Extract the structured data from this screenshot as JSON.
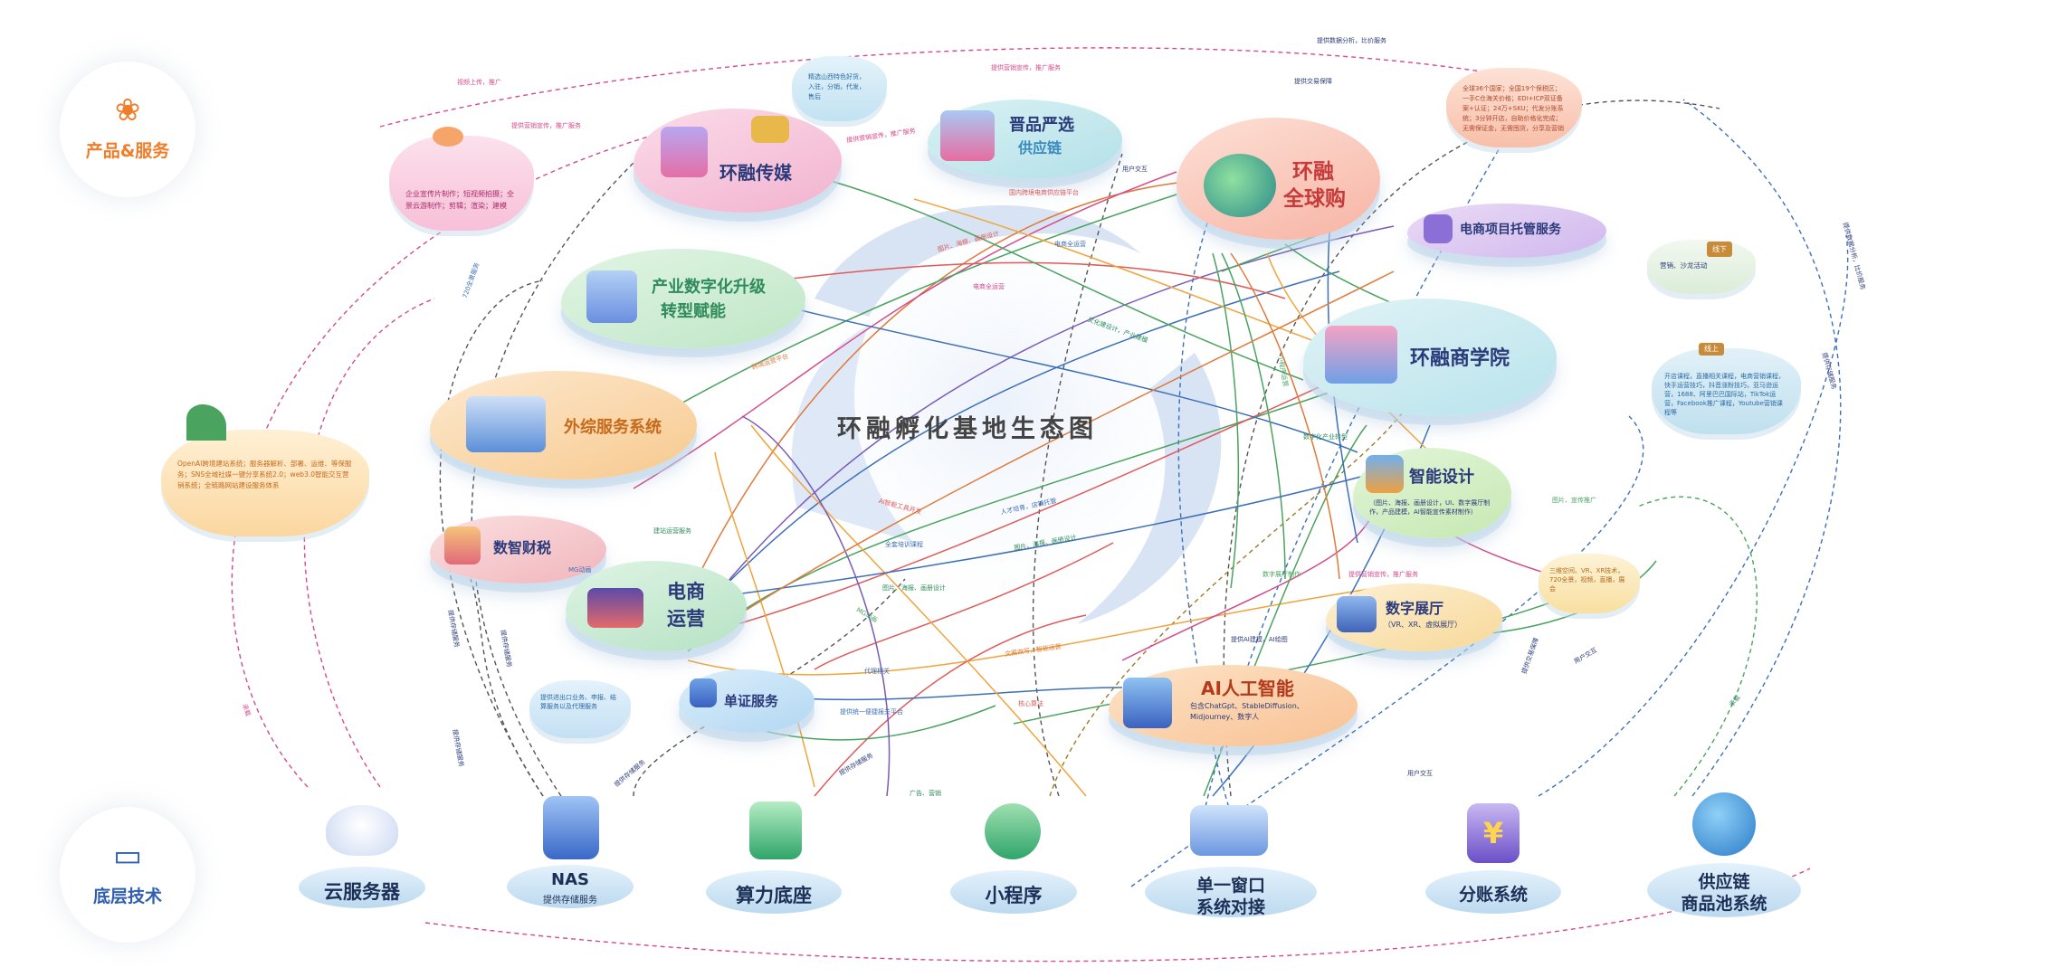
{
  "center_title": "环融孵化基地生态图",
  "nav": {
    "products": {
      "label": "产品&服务",
      "icon": "four-leaf-icon"
    },
    "tech": {
      "label": "底层技术",
      "icon": "monitor-code-icon"
    }
  },
  "islands": {
    "media": {
      "name": "环融传媒"
    },
    "supply": {
      "name_line1": "晋品严选",
      "name_line2": "供应链"
    },
    "global": {
      "name_line1": "环融",
      "name_line2": "全球购"
    },
    "hosting": {
      "name": "电商项目托管服务"
    },
    "digital": {
      "name_line1": "产业数字化升级",
      "name_line2": "转型赋能"
    },
    "academy": {
      "name": "环融商学院"
    },
    "outsource": {
      "name": "外综服务系统"
    },
    "tax": {
      "name": "数智财税"
    },
    "ecom": {
      "name_line1": "电商",
      "name_line2": "运营"
    },
    "design": {
      "name": "智能设计",
      "sub": "（图片、海报、画册设计，UI、数字展厅制作，产品建模，AI智能宣传素材制作）"
    },
    "hall": {
      "name": "数字展厅",
      "sub": "（VR、XR、虚拟展厅）"
    },
    "ai": {
      "name": "AI人工智能",
      "sub": "包含ChatGpt、StableDiffusion、Midjourney、数字人"
    },
    "voucher": {
      "name": "单证服务"
    }
  },
  "notes": {
    "media": "企业宣传片制作；短视频拍摄；全景云游制作；剪辑；渲染；建模",
    "supply": "精选山西特色好货，入驻，分销，代发，售后",
    "global": "全球36个国家；全国19个保税区；一手C仓海关价格；EDI+ICP双证备案+认证；24万+SKU；代发分账系统；3分钟开店，自助价格化完成；无需保证金，无需囤货，分享及营销",
    "outsource": "OpenAI跨境建站系统；服务器解析、部署、运维、等保服务；SNS全域社媒一键分享系统2.0；web3.0智能交互营销系统；全链路网站建设服务体系",
    "voucher": "提供进出口业务、申报、结算服务以及代理服务",
    "academy": "开店课程，直播相关课程，电商营销课程，快手运营技巧，抖音涨粉技巧，亚马逊运营，1688、阿里巴巴国际站，TikTok运营，Facebook推广课程，Youtube营销课程等",
    "offline": "营销、沙龙活动",
    "hall": "三维空间、VR、XR技术，720全景，视频，直播，展会"
  },
  "tags": {
    "offline": "线下",
    "online": "线上"
  },
  "edge_labels": [
    "视频上传，推广",
    "提供营销宣传，推广服务",
    "提供营销宣传，推广服务",
    "提供营销宣传，推广服务",
    "提供数据分析，比价服务",
    "提供交易保障",
    "用户交互",
    "国内跨境电商供应链平台",
    "图片、海报、画册设计",
    "电商全运营",
    "电商全运营",
    "文化建设计，产业建模",
    "小程序运营",
    "数字化产业转型",
    "AI智能工具开发",
    "人才培育，店铺托管",
    "全套培训课程",
    "图片、海报、画册设计",
    "图片、海报、画册设计",
    "数字展厅制作",
    "提供营销宣传，推广服务",
    "提供AI建模，AI绘图",
    "文案改写，智能运营",
    "代理相关",
    "核心算法",
    "提供统一便捷报关平台",
    "广告、营销",
    "用户交互",
    "用户交互",
    "承载",
    "承载",
    "提供存储服务",
    "提供存储服务",
    "提供存储服务",
    "提供存储服务",
    "提供存储服务",
    "MG动画",
    "MG动画",
    "建站运营服务",
    "720全景服务",
    "跨境运营平台",
    "图片、宣传推广",
    "提供数据分析，比价服务",
    "提供存储服务",
    "提供交易保障"
  ],
  "base": {
    "cloud": {
      "name": "云服务器"
    },
    "nas": {
      "name": "NAS",
      "sub": "提供存储服务"
    },
    "compute": {
      "name": "算力底座"
    },
    "mini": {
      "name": "小程序"
    },
    "window_line1": "单一窗口",
    "window_line2": "系统对接",
    "split": {
      "name": "分账系统"
    },
    "pool_line1": "供应链",
    "pool_line2": "商品池系统"
  },
  "colors": {
    "orange": "#f07d2a",
    "navy": "#1c2f57",
    "pink_island": "#f7c6dc",
    "teal_island": "#cdeef0",
    "peach_island": "#fbd2c4",
    "green_island": "#d8f1dc",
    "orange_island": "#fde3c4"
  }
}
